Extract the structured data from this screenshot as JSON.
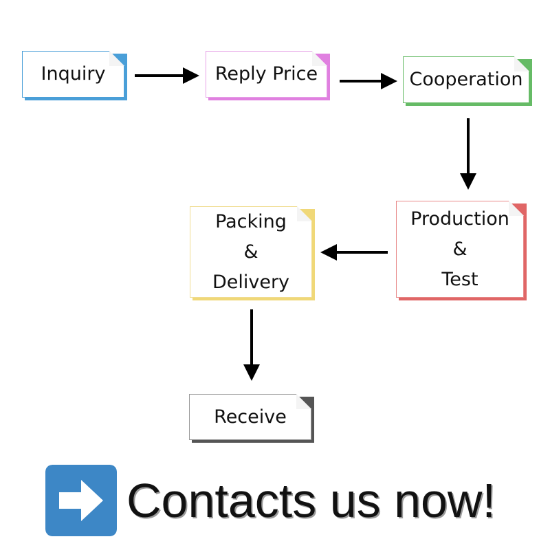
{
  "nodes": [
    {
      "id": "inquiry",
      "label": "Inquiry",
      "accent": "#4a9fd8"
    },
    {
      "id": "reply-price",
      "label": "Reply Price",
      "accent": "#e080e0"
    },
    {
      "id": "cooperation",
      "label": "Cooperation",
      "accent": "#66bb66"
    },
    {
      "id": "production-test",
      "label": "Production\n&\nTest",
      "accent": "#e06666"
    },
    {
      "id": "packing-delivery",
      "label": "Packing\n&\nDelivery",
      "accent": "#f0d878"
    },
    {
      "id": "receive",
      "label": "Receive",
      "accent": "#555555"
    }
  ],
  "cta": {
    "text": "Contacts us now!",
    "icon": "right-arrow-icon",
    "icon_color": "#3d87c6"
  }
}
